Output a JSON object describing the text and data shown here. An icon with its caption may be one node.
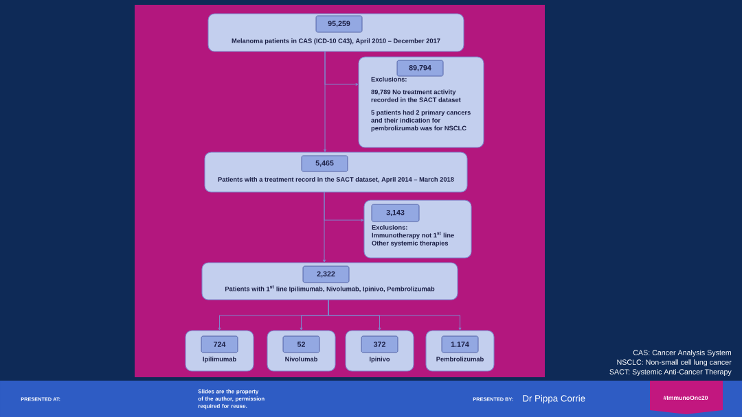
{
  "diagram": {
    "nodes": [
      {
        "text": [
          "Melanoma patients in CAS (ICD-10 C43), April 2010 – December 2017"
        ]
      },
      {
        "text": [
          "95,259"
        ],
        "in": 0
      },
      {
        "text": [
          "Exclusions:",
          "89,789 No treatment activity recorded in the SACT dataset",
          "5 patients had 2 primary cancers and their indication for pembrolizumab was for NSCLC"
        ]
      },
      {
        "text": [
          "89,794"
        ],
        "in": 2
      },
      {
        "text": [
          "Patients with a treatment record in the SACT dataset, April 2014 – March 2018"
        ]
      },
      {
        "text": [
          "5,465"
        ],
        "in": 4
      },
      {
        "text": [
          "Exclusions:",
          "Immunotherapy not 1$^{st}$ line",
          "Other systemic therapies"
        ]
      },
      {
        "text": [
          "3,143"
        ],
        "in": 6
      },
      {
        "text": [
          "Patients with 1$^{st}$ line Ipilimumab, Nivolumab, Ipinivo, Pembrolizumab"
        ]
      },
      {
        "text": [
          "2,322"
        ],
        "in": 8
      },
      {
        "text": [
          "Ipilimumab"
        ]
      },
      {
        "text": [
          "724"
        ],
        "in": 10
      },
      {
        "text": [
          "Nivolumab"
        ]
      },
      {
        "text": [
          "52"
        ],
        "in": 12
      },
      {
        "text": [
          "Ipinivo"
        ]
      },
      {
        "text": [
          "372"
        ],
        "in": 14
      },
      {
        "text": [
          "Pembrolizumab"
        ]
      },
      {
        "text": [
          "1.174"
        ],
        "in": 16
      }
    ],
    "edges": [
      {
        "from": 0,
        "to": 4,
        "arrow": "to"
      },
      {
        "from": 0,
        "to": 2,
        "arrow": "to"
      },
      {
        "from": 4,
        "to": 8,
        "arrow": "to"
      },
      {
        "from": 4,
        "to": 6,
        "arrow": "to"
      },
      {
        "from": 8,
        "to": 10,
        "arrow": "to"
      },
      {
        "from": 8,
        "to": 12,
        "arrow": "to"
      },
      {
        "from": 8,
        "to": 14,
        "arrow": "to"
      },
      {
        "from": 8,
        "to": 16,
        "arrow": "to"
      }
    ],
    "labels": [
      "CAS: Cancer Analysis System",
      "NSCLC: Non-small cell lung cancer",
      "SACT: Systemic Anti-Cancer Therapy",
      "PRESENTED AT:",
      "Slides are the property of the author, permission required for reuse.",
      "PRESENTED BY:",
      "Dr Pippa Corrie",
      "#ImmunoOnc20"
    ]
  }
}
